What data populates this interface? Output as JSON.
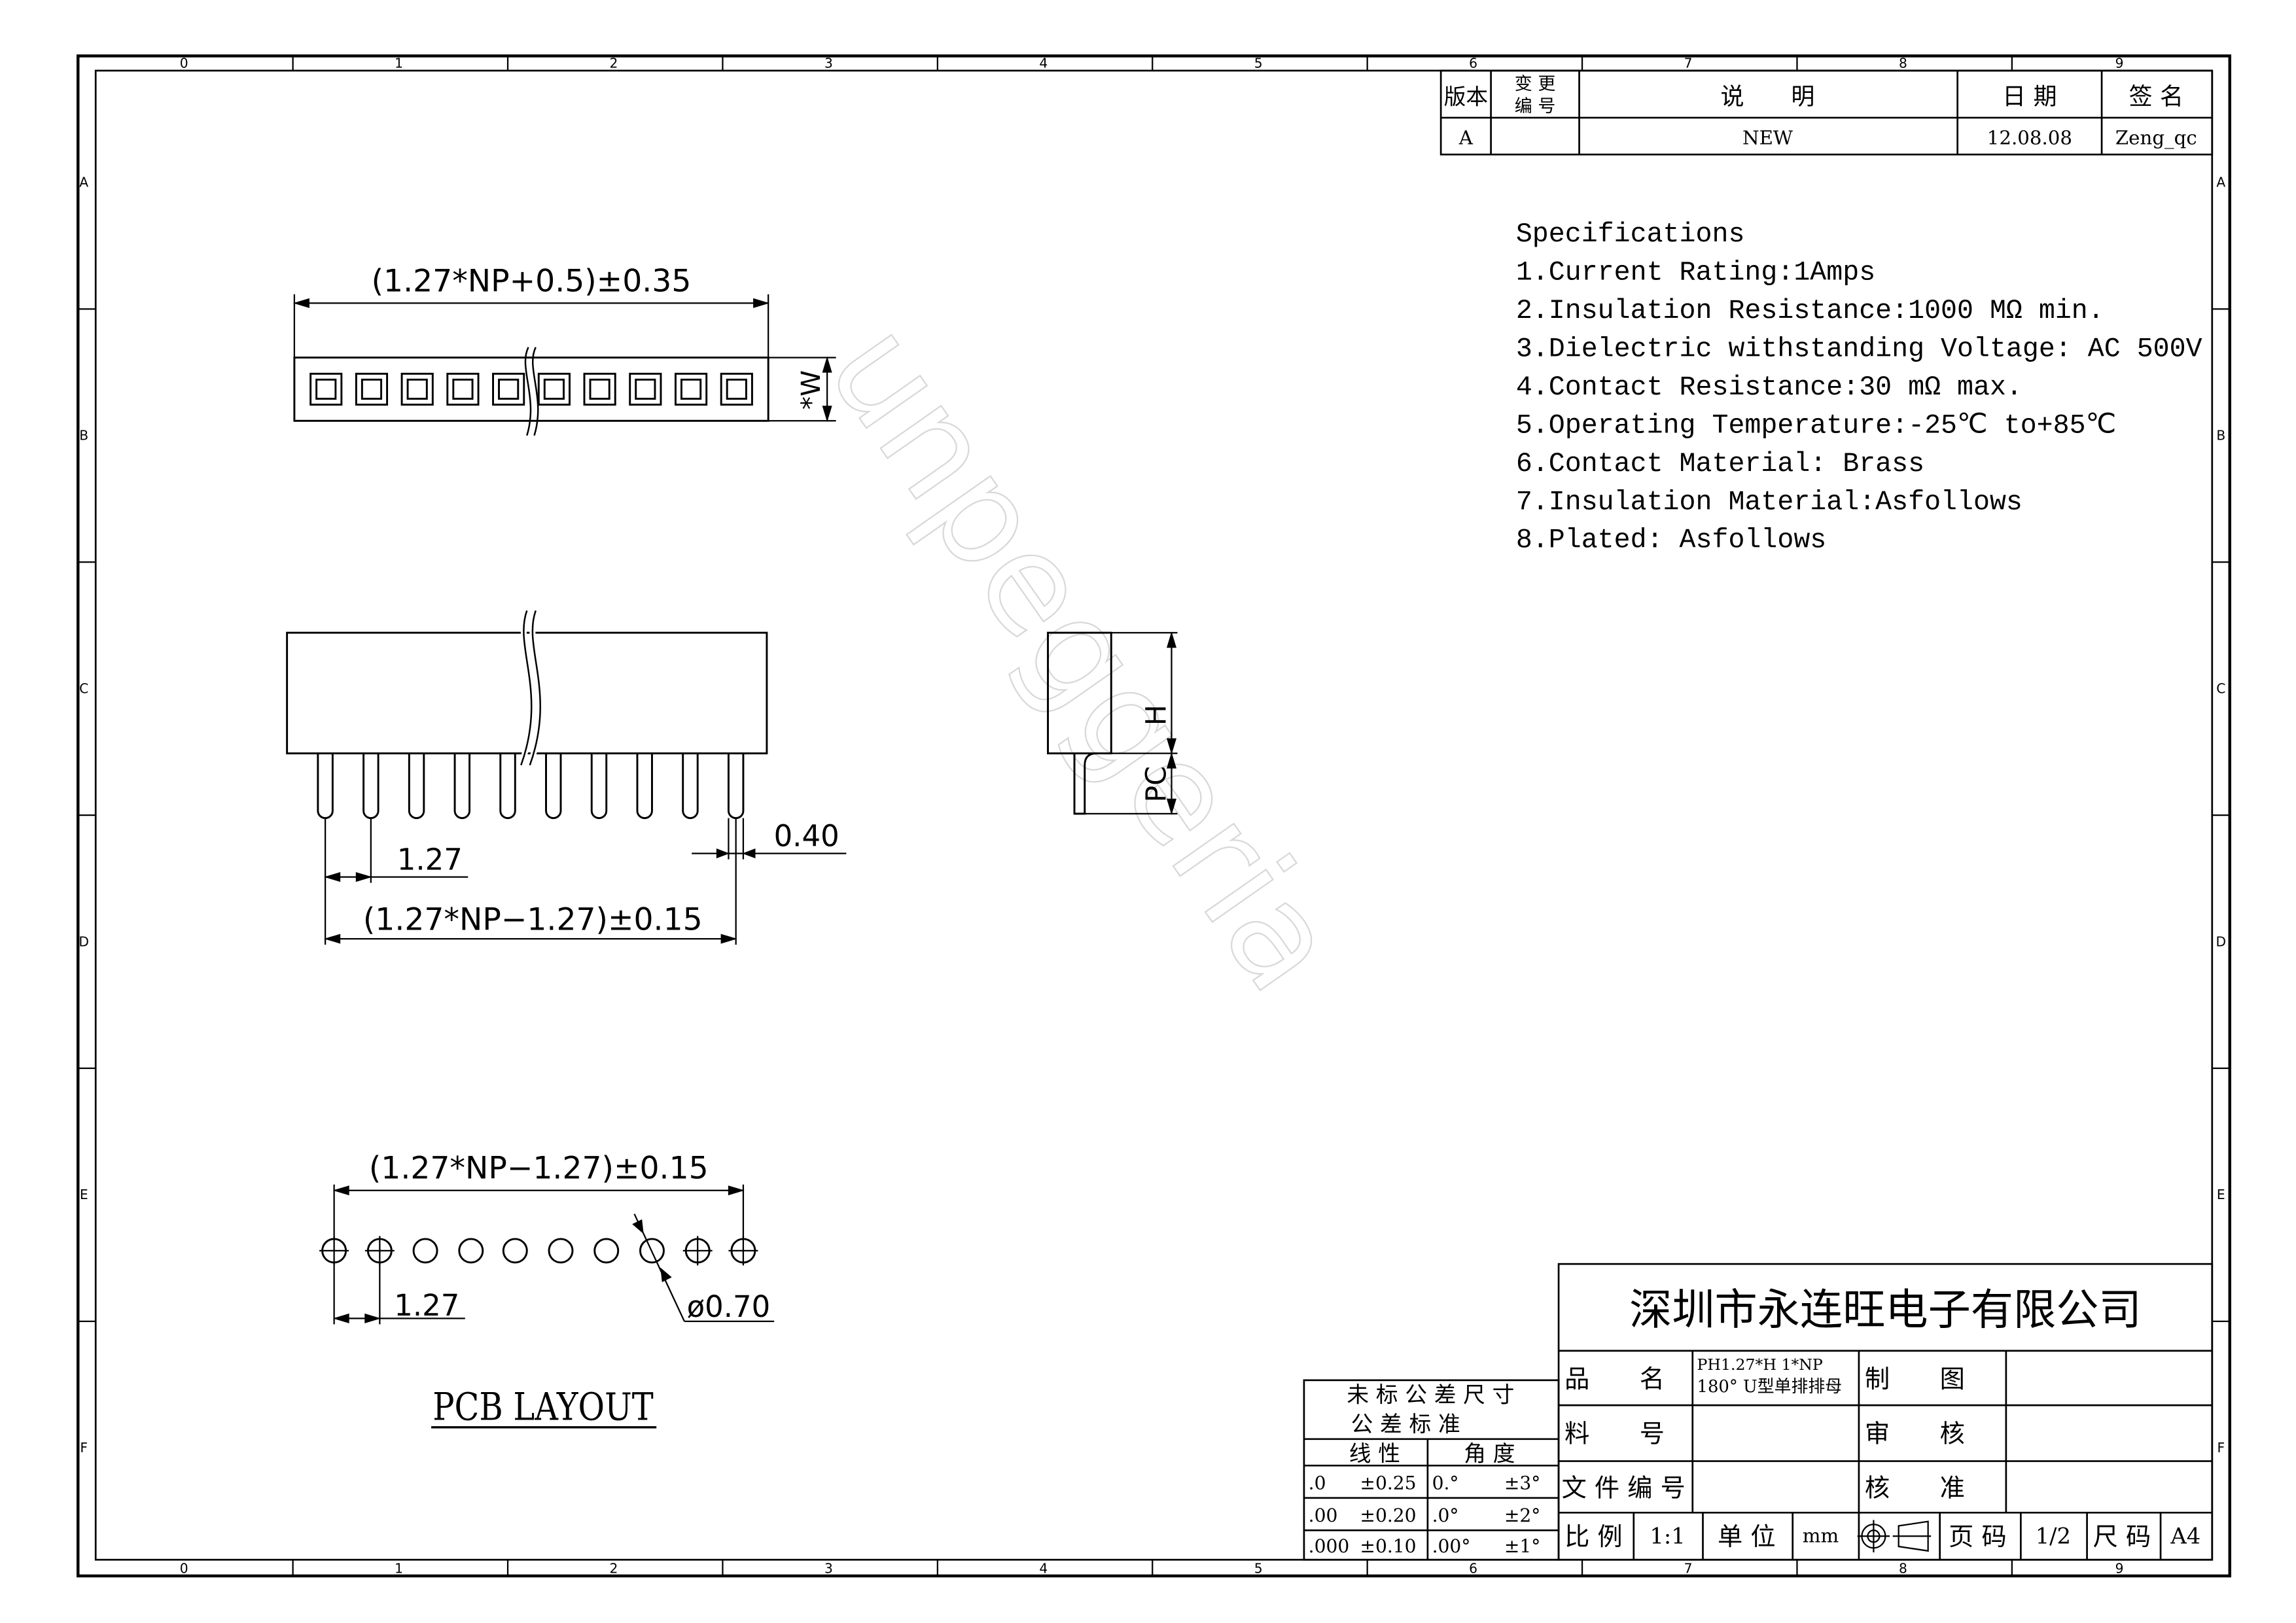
{
  "border": {
    "col_labels": [
      "0",
      "1",
      "2",
      "3",
      "4",
      "5",
      "6",
      "7",
      "8",
      "9"
    ],
    "row_labels": [
      "A",
      "B",
      "C",
      "D",
      "E",
      "F"
    ]
  },
  "revision_table": {
    "headers": {
      "version": "版本",
      "change_no_1": "变 更",
      "change_no_2": "编 号",
      "description": "说　　明",
      "date": "日 期",
      "sign": "签 名"
    },
    "row": {
      "version": "A",
      "change_no": "",
      "description": "NEW",
      "date": "12.08.08",
      "sign": "Zeng_qc"
    }
  },
  "specifications": {
    "title": "Specifications",
    "items": [
      "1.Current Rating:1Amps",
      "2.Insulation Resistance:1000 MΩ min.",
      "3.Dielectric withstanding Voltage: AC 500V",
      "4.Contact Resistance:30 mΩ max.",
      "5.Operating Temperature:-25℃ to+85℃",
      "6.Contact Material:  Brass",
      "7.Insulation Material:Asfollows",
      "8.Plated: Asfollows"
    ]
  },
  "dimensions": {
    "top_length": "(1.27*NP+0.5)±0.35",
    "width": "*W",
    "pitch": "1.27",
    "pin_width": "0.40",
    "pin_span": "(1.27*NP−1.27)±0.15",
    "height": "H",
    "pc": "PC",
    "pcb_span": "(1.27*NP−1.27)±0.15",
    "pcb_pitch": "1.27",
    "hole_dia": "ø0.70"
  },
  "pcb_layout_label": "PCB LAYOUT",
  "watermark": "unpeggeria",
  "tolerance_table": {
    "title_1": "未 标 公 差 尺 寸",
    "title_2": "公 差 标 准",
    "col_linear": "线 性",
    "col_angle": "角 度",
    "rows": [
      {
        "lin": ".0",
        "lin_tol": "±0.25",
        "ang": "0.°",
        "ang_tol": "±3°"
      },
      {
        "lin": ".00",
        "lin_tol": "±0.20",
        "ang": ".0°",
        "ang_tol": "±2°"
      },
      {
        "lin": ".000",
        "lin_tol": "±0.10",
        "ang": ".00°",
        "ang_tol": "±1°"
      }
    ]
  },
  "title_block": {
    "company": "深圳市永连旺电子有限公司",
    "name_label": "品　　名",
    "name_value_1": "PH1.27*H 1*NP",
    "name_value_2": "180° U型单排排母",
    "material_label": "料　　号",
    "doc_label": "文 件 编 号",
    "drawn_label": "制　　图",
    "check_label": "审　　核",
    "approve_label": "核　　准",
    "scale_label": "比 例",
    "scale_value": "1:1",
    "unit_label": "单 位",
    "unit_value": "mm",
    "page_label": "页 码",
    "page_value": "1/2",
    "size_label": "尺 码",
    "size_value": "A4"
  }
}
